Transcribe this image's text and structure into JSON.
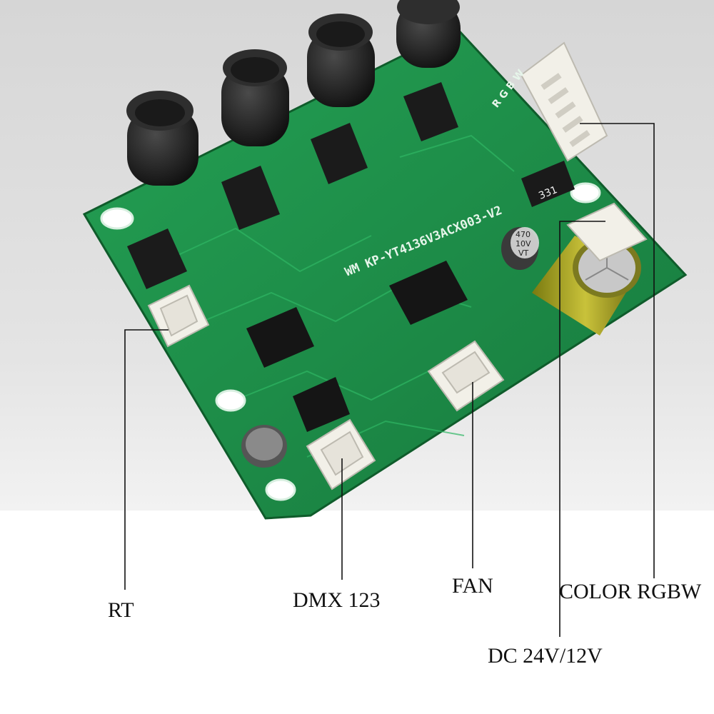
{
  "board": {
    "silkscreen_id": "WM KP-YT4136V3ACX003-V2",
    "capacitor_marking_1": "470",
    "capacitor_marking_2": "10V",
    "capacitor_marking_3": "VT",
    "resistor_marking": "331",
    "connector_marking": "R G B W"
  },
  "callouts": {
    "rt": "RT",
    "dmx": "DMX 123",
    "fan": "FAN",
    "color": "COLOR RGBW",
    "dc": "DC 24V/12V"
  },
  "colors": {
    "pcb": "#1f8f4a",
    "pcb_dark": "#167338",
    "inductor": "#222222",
    "connector": "#f2f0e8",
    "background_top": "#d9d9d9",
    "background_bottom": "#ffffff",
    "line": "#111111"
  }
}
